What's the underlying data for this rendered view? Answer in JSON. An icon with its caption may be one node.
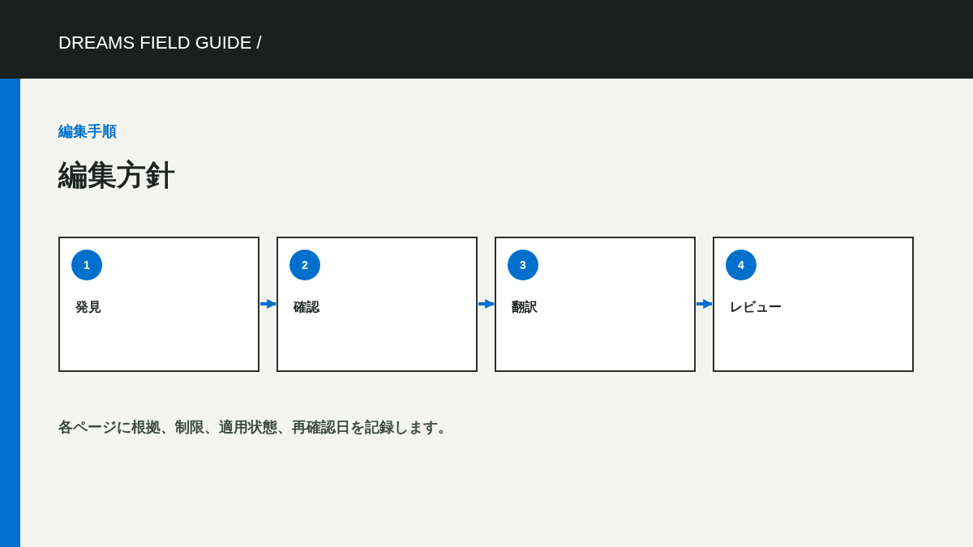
{
  "diagram": {
    "title": "編集方針",
    "caption": "各ページに根拠、制限、適用状態、再確認日を記録します。",
    "labels": [
      "DREAMS FIELD GUIDE /",
      "編集手順"
    ],
    "nodes": [
      {
        "text": [
          "1",
          "発見"
        ]
      },
      {
        "text": [
          "2",
          "確認"
        ]
      },
      {
        "text": [
          "3",
          "翻訳"
        ]
      },
      {
        "text": [
          "4",
          "レビュー"
        ]
      }
    ],
    "edges": [
      {
        "from": 0,
        "to": 1,
        "arrow": "to"
      },
      {
        "from": 1,
        "to": 2,
        "arrow": "to"
      },
      {
        "from": 2,
        "to": 3,
        "arrow": "to"
      }
    ]
  }
}
